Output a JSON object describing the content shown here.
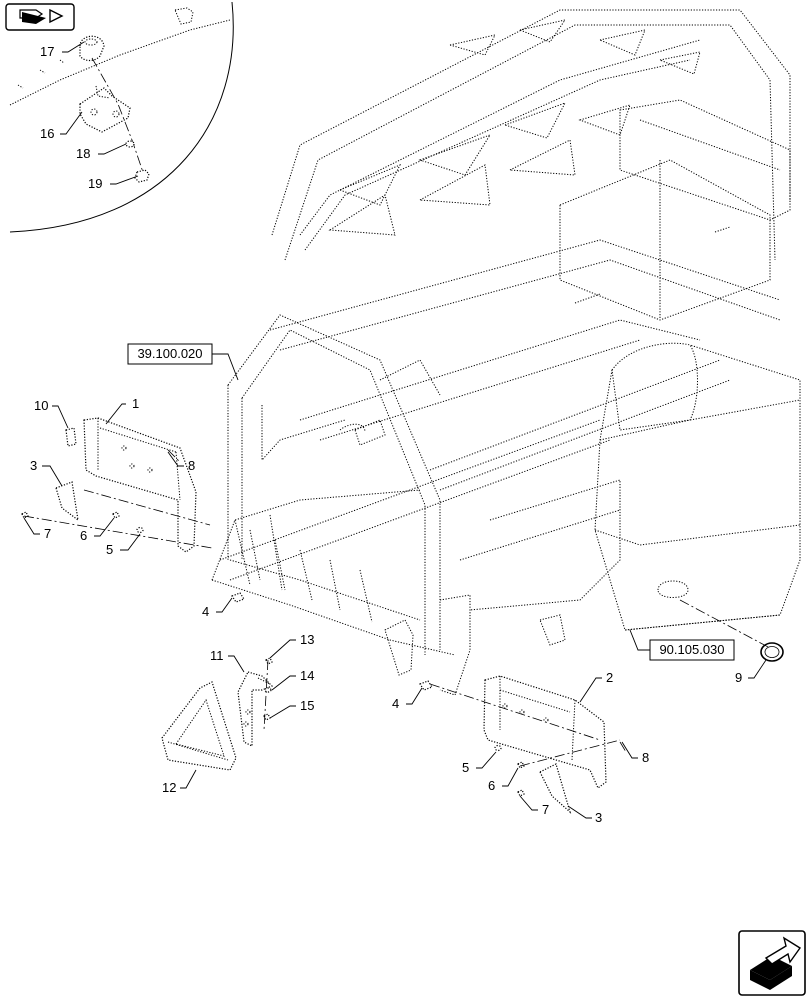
{
  "nav": {
    "top_icon": "book-arrow-icon",
    "bottom_icon": "next-page-arrow-icon"
  },
  "refs": {
    "r1": "39.100.020",
    "r2": "90.105.030"
  },
  "callouts": {
    "c1": "1",
    "c2": "2",
    "c3a": "3",
    "c3b": "3",
    "c4a": "4",
    "c4b": "4",
    "c5a": "5",
    "c5b": "5",
    "c6a": "6",
    "c6b": "6",
    "c7a": "7",
    "c7b": "7",
    "c8a": "8",
    "c8b": "8",
    "c9": "9",
    "c10": "10",
    "c11": "11",
    "c12": "12",
    "c13": "13",
    "c14": "14",
    "c15": "15",
    "c16": "16",
    "c17": "17",
    "c18": "18",
    "c19": "19"
  }
}
